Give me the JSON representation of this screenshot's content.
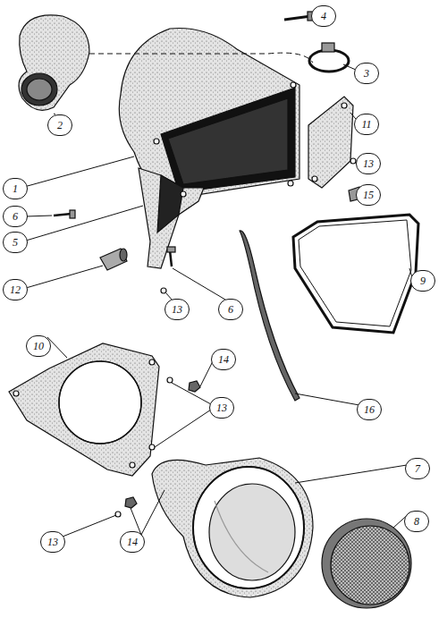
{
  "diagram": {
    "labels": [
      "4",
      "3",
      "2",
      "11",
      "13",
      "15",
      "1",
      "6",
      "5",
      "12",
      "13",
      "6",
      "9",
      "10",
      "14",
      "13",
      "16",
      "7",
      "8",
      "13",
      "14"
    ]
  }
}
